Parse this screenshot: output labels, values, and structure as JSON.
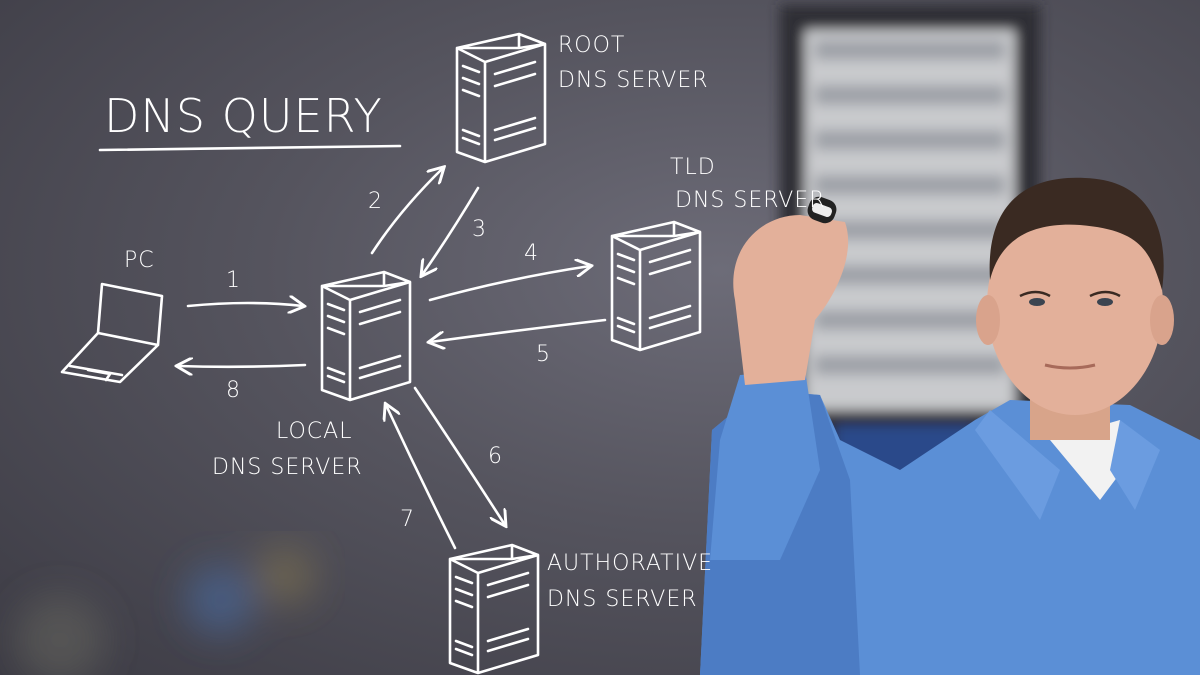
{
  "diagram": {
    "title": "DNS QUERY",
    "nodes": {
      "pc": {
        "label": "PC"
      },
      "local": {
        "label_line1": "LOCAL",
        "label_line2": "DNS SERVER"
      },
      "root": {
        "label_line1": "ROOT",
        "label_line2": "DNS SERVER"
      },
      "tld": {
        "label_line1": "TLD",
        "label_line2": "DNS SERVER"
      },
      "auth": {
        "label_line1": "AUTHORATIVE",
        "label_line2": "DNS SERVER"
      }
    },
    "steps": [
      {
        "n": "1",
        "from": "PC",
        "to": "LOCAL DNS SERVER"
      },
      {
        "n": "2",
        "from": "LOCAL DNS SERVER",
        "to": "ROOT DNS SERVER"
      },
      {
        "n": "3",
        "from": "ROOT DNS SERVER",
        "to": "LOCAL DNS SERVER"
      },
      {
        "n": "4",
        "from": "LOCAL DNS SERVER",
        "to": "TLD DNS SERVER"
      },
      {
        "n": "5",
        "from": "TLD DNS SERVER",
        "to": "LOCAL DNS SERVER"
      },
      {
        "n": "6",
        "from": "LOCAL DNS SERVER",
        "to": "AUTHORATIVE DNS SERVER"
      },
      {
        "n": "7",
        "from": "AUTHORATIVE DNS SERVER",
        "to": "LOCAL DNS SERVER"
      },
      {
        "n": "8",
        "from": "LOCAL DNS SERVER",
        "to": "PC"
      }
    ],
    "colors": {
      "ink": "#ffffff",
      "shirt": "#5b8fd6",
      "background": "#55545e"
    }
  }
}
